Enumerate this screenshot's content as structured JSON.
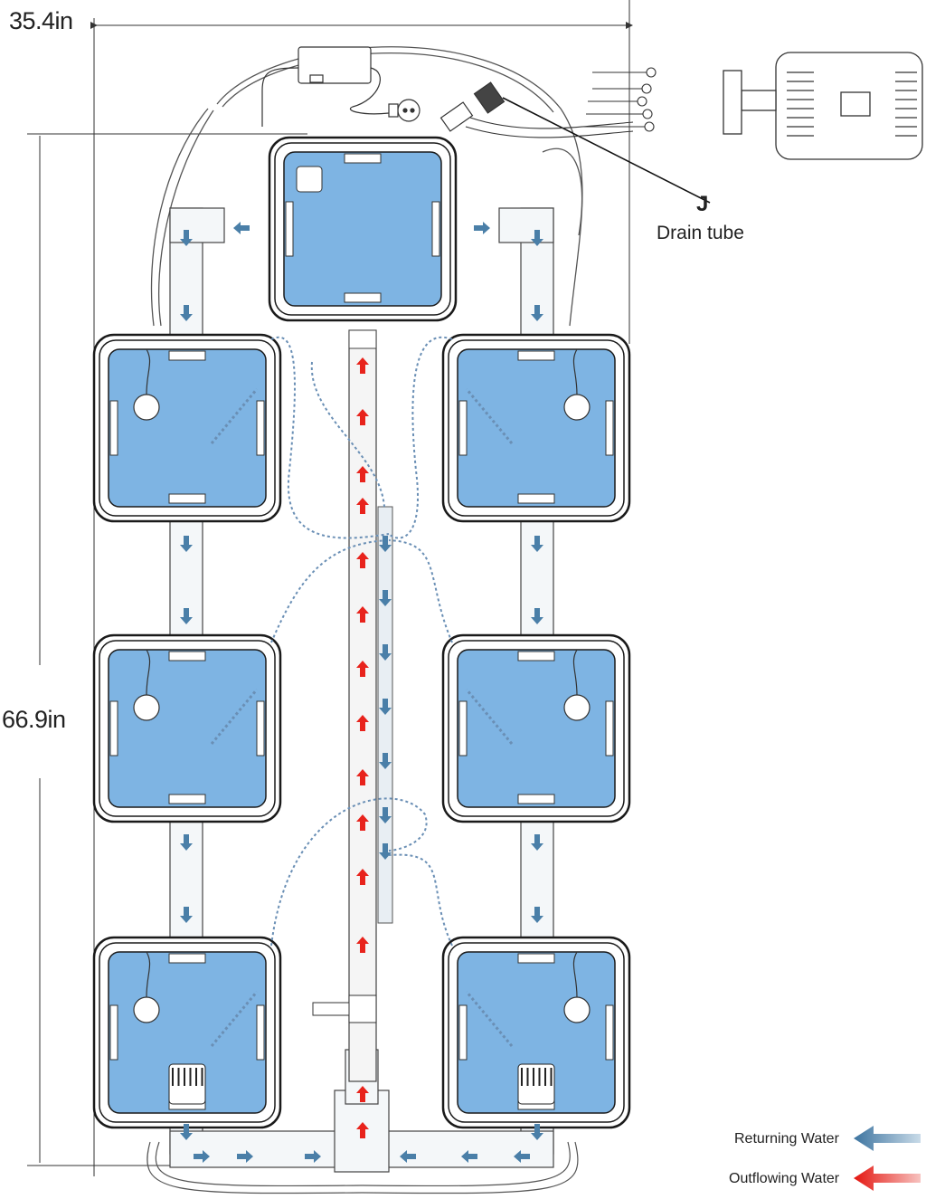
{
  "dimensions": {
    "width_label": "35.4in",
    "height_label": "66.9in"
  },
  "callout": {
    "letter": "J",
    "text": "Drain tube"
  },
  "legend": {
    "returning_label": "Returning Water",
    "returning_color": "#4a7fa8",
    "outflowing_label": "Outflowing Water",
    "outflowing_color": "#e8231c"
  },
  "colors": {
    "water": "#7eb4e3",
    "bucket_outline": "#1a1a1a",
    "pipe_fill": "#f4f7f9"
  },
  "icons": [
    "pump-icon",
    "power-plug-icon",
    "timer-controller-icon",
    "air-pump-icon",
    "air-stone-icon",
    "valve-icon"
  ]
}
